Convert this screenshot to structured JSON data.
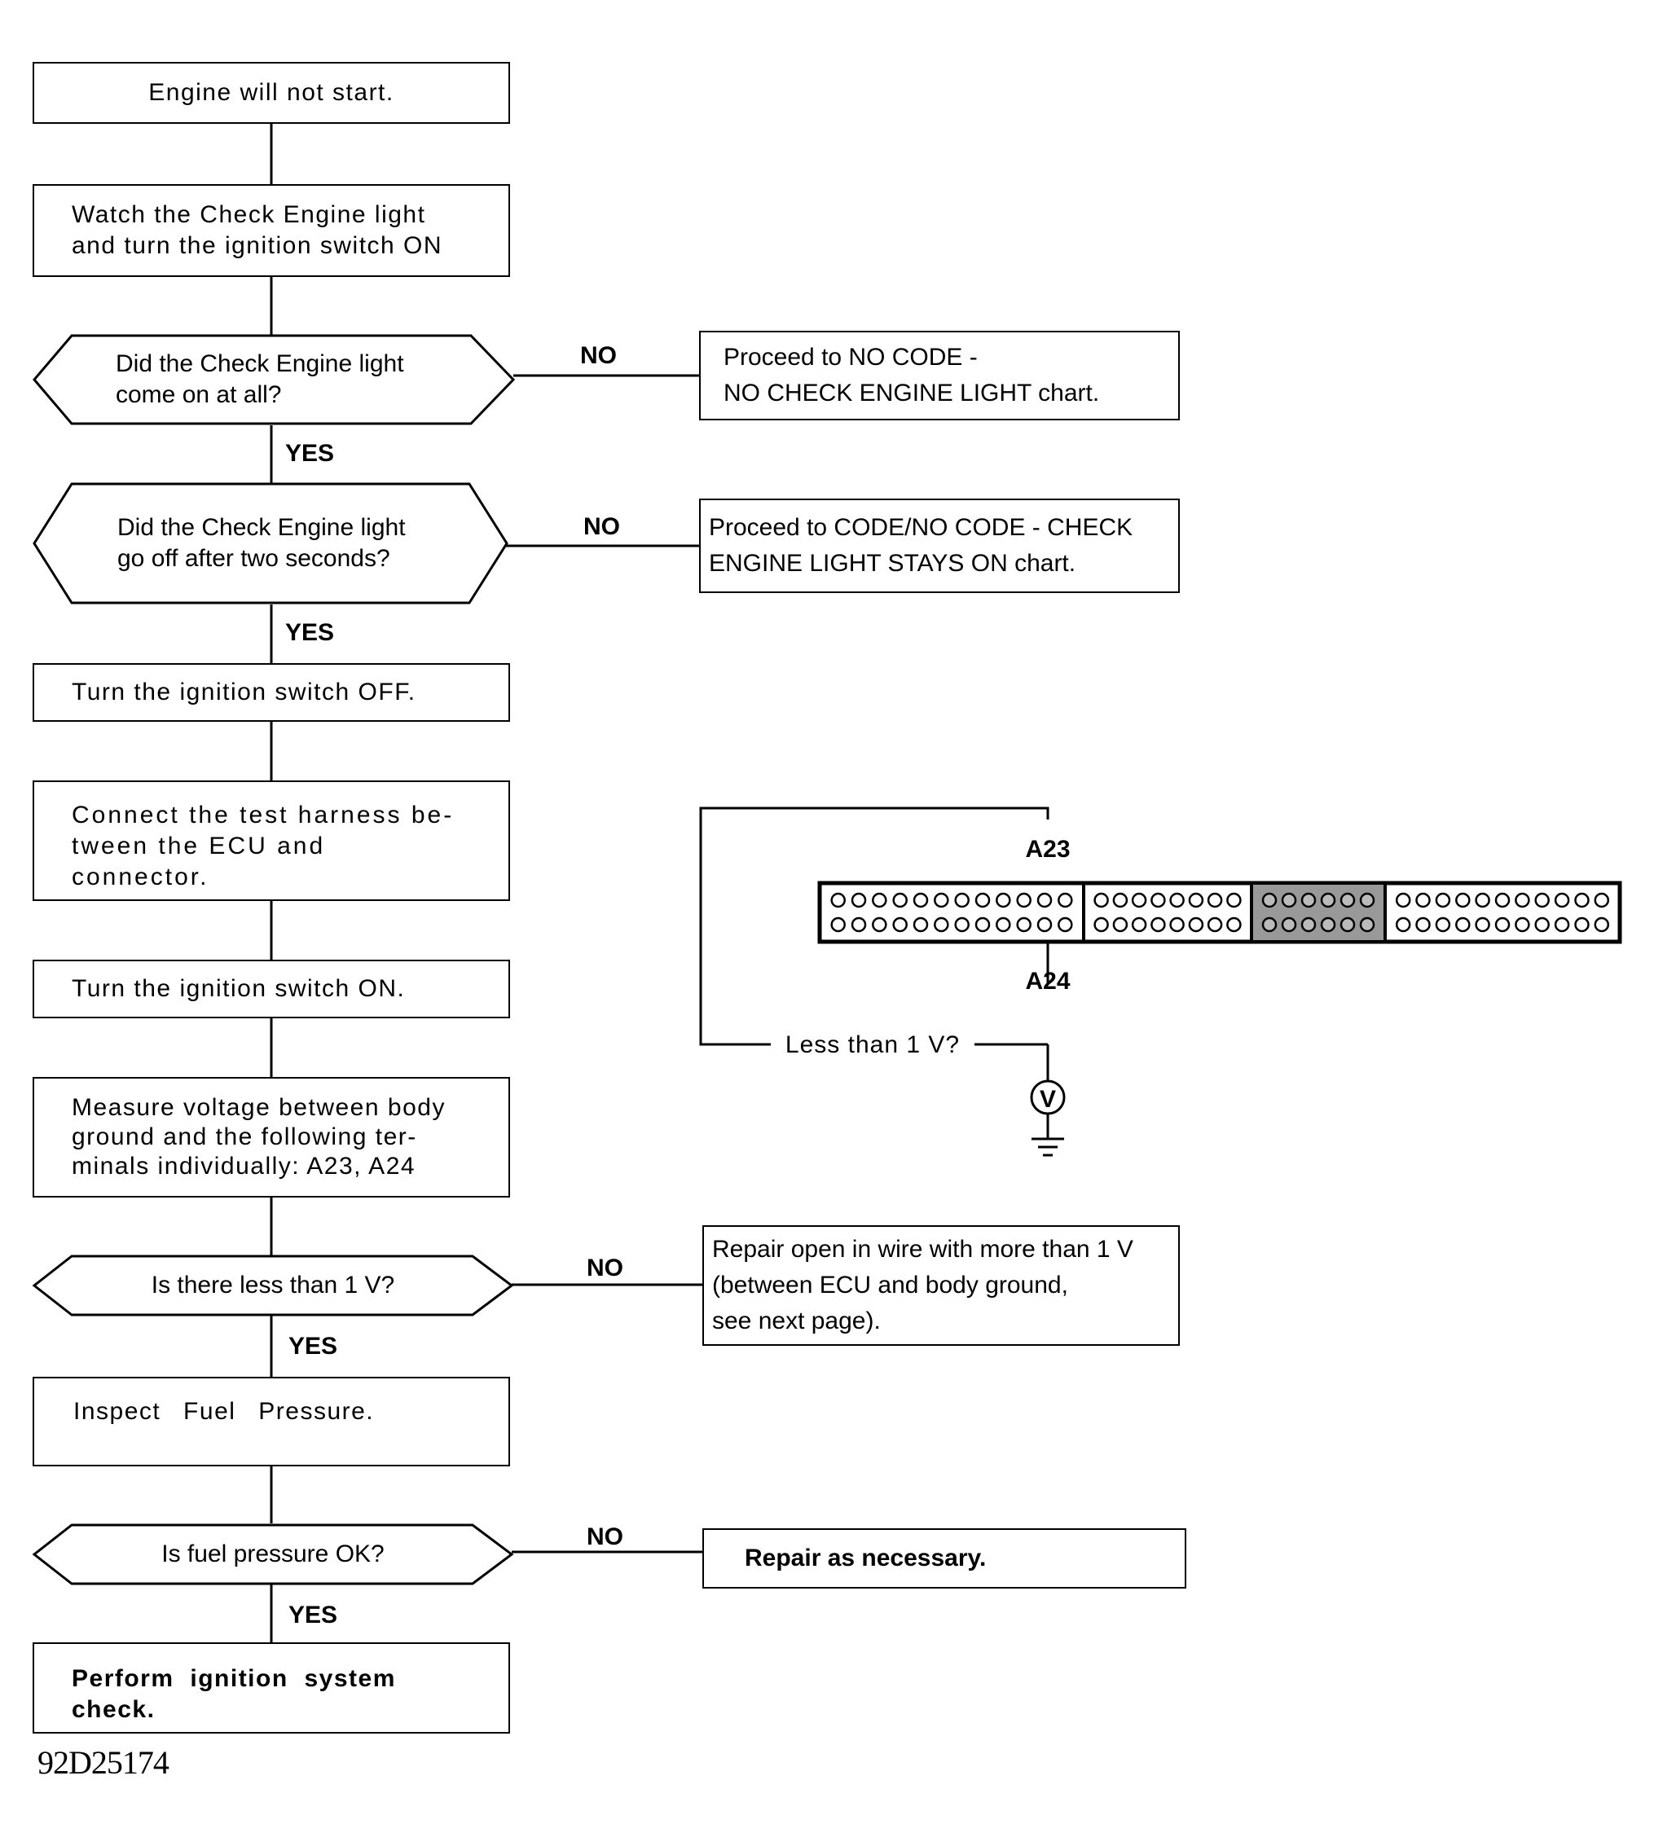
{
  "flow": {
    "start": "Engine will not start.",
    "step_watch": "Watch the Check Engine light\nand turn the ignition switch ON",
    "q_light_on": "Did the Check Engine light\ncome on at all?",
    "q_light_off": "Did the Check Engine light\ngo off after two seconds?",
    "step_ign_off": "Turn the ignition switch OFF.",
    "step_connect": "Connect the test harness be-\ntween the ECU and connector.",
    "step_ign_on": "Turn the ignition switch ON.",
    "step_measure": "Measure voltage between body\nground and the following ter-\nminals individually: A23, A24",
    "q_voltage": "Is there less than 1 V?",
    "step_fuel": "Inspect Fuel Pressure.",
    "q_fuel": "Is fuel pressure OK?",
    "end": "Perform ignition system check."
  },
  "branches": {
    "no_light": "Proceed to NO CODE -\nNO CHECK ENGINE LIGHT chart.",
    "light_stays": "Proceed to CODE/NO CODE - CHECK\nENGINE LIGHT STAYS ON chart.",
    "repair_open": "Repair open in wire with more than 1 V\n(between ECU and body ground,\nsee next page).",
    "repair": "Repair as necessary."
  },
  "labels": {
    "yes": "YES",
    "no": "NO"
  },
  "connector": {
    "terminal_top": "A23",
    "terminal_bottom": "A24",
    "check": "Less than 1 V?",
    "meter_symbol": "V",
    "section_pins": [
      12,
      8,
      6,
      11
    ]
  },
  "caption": "92D25174"
}
